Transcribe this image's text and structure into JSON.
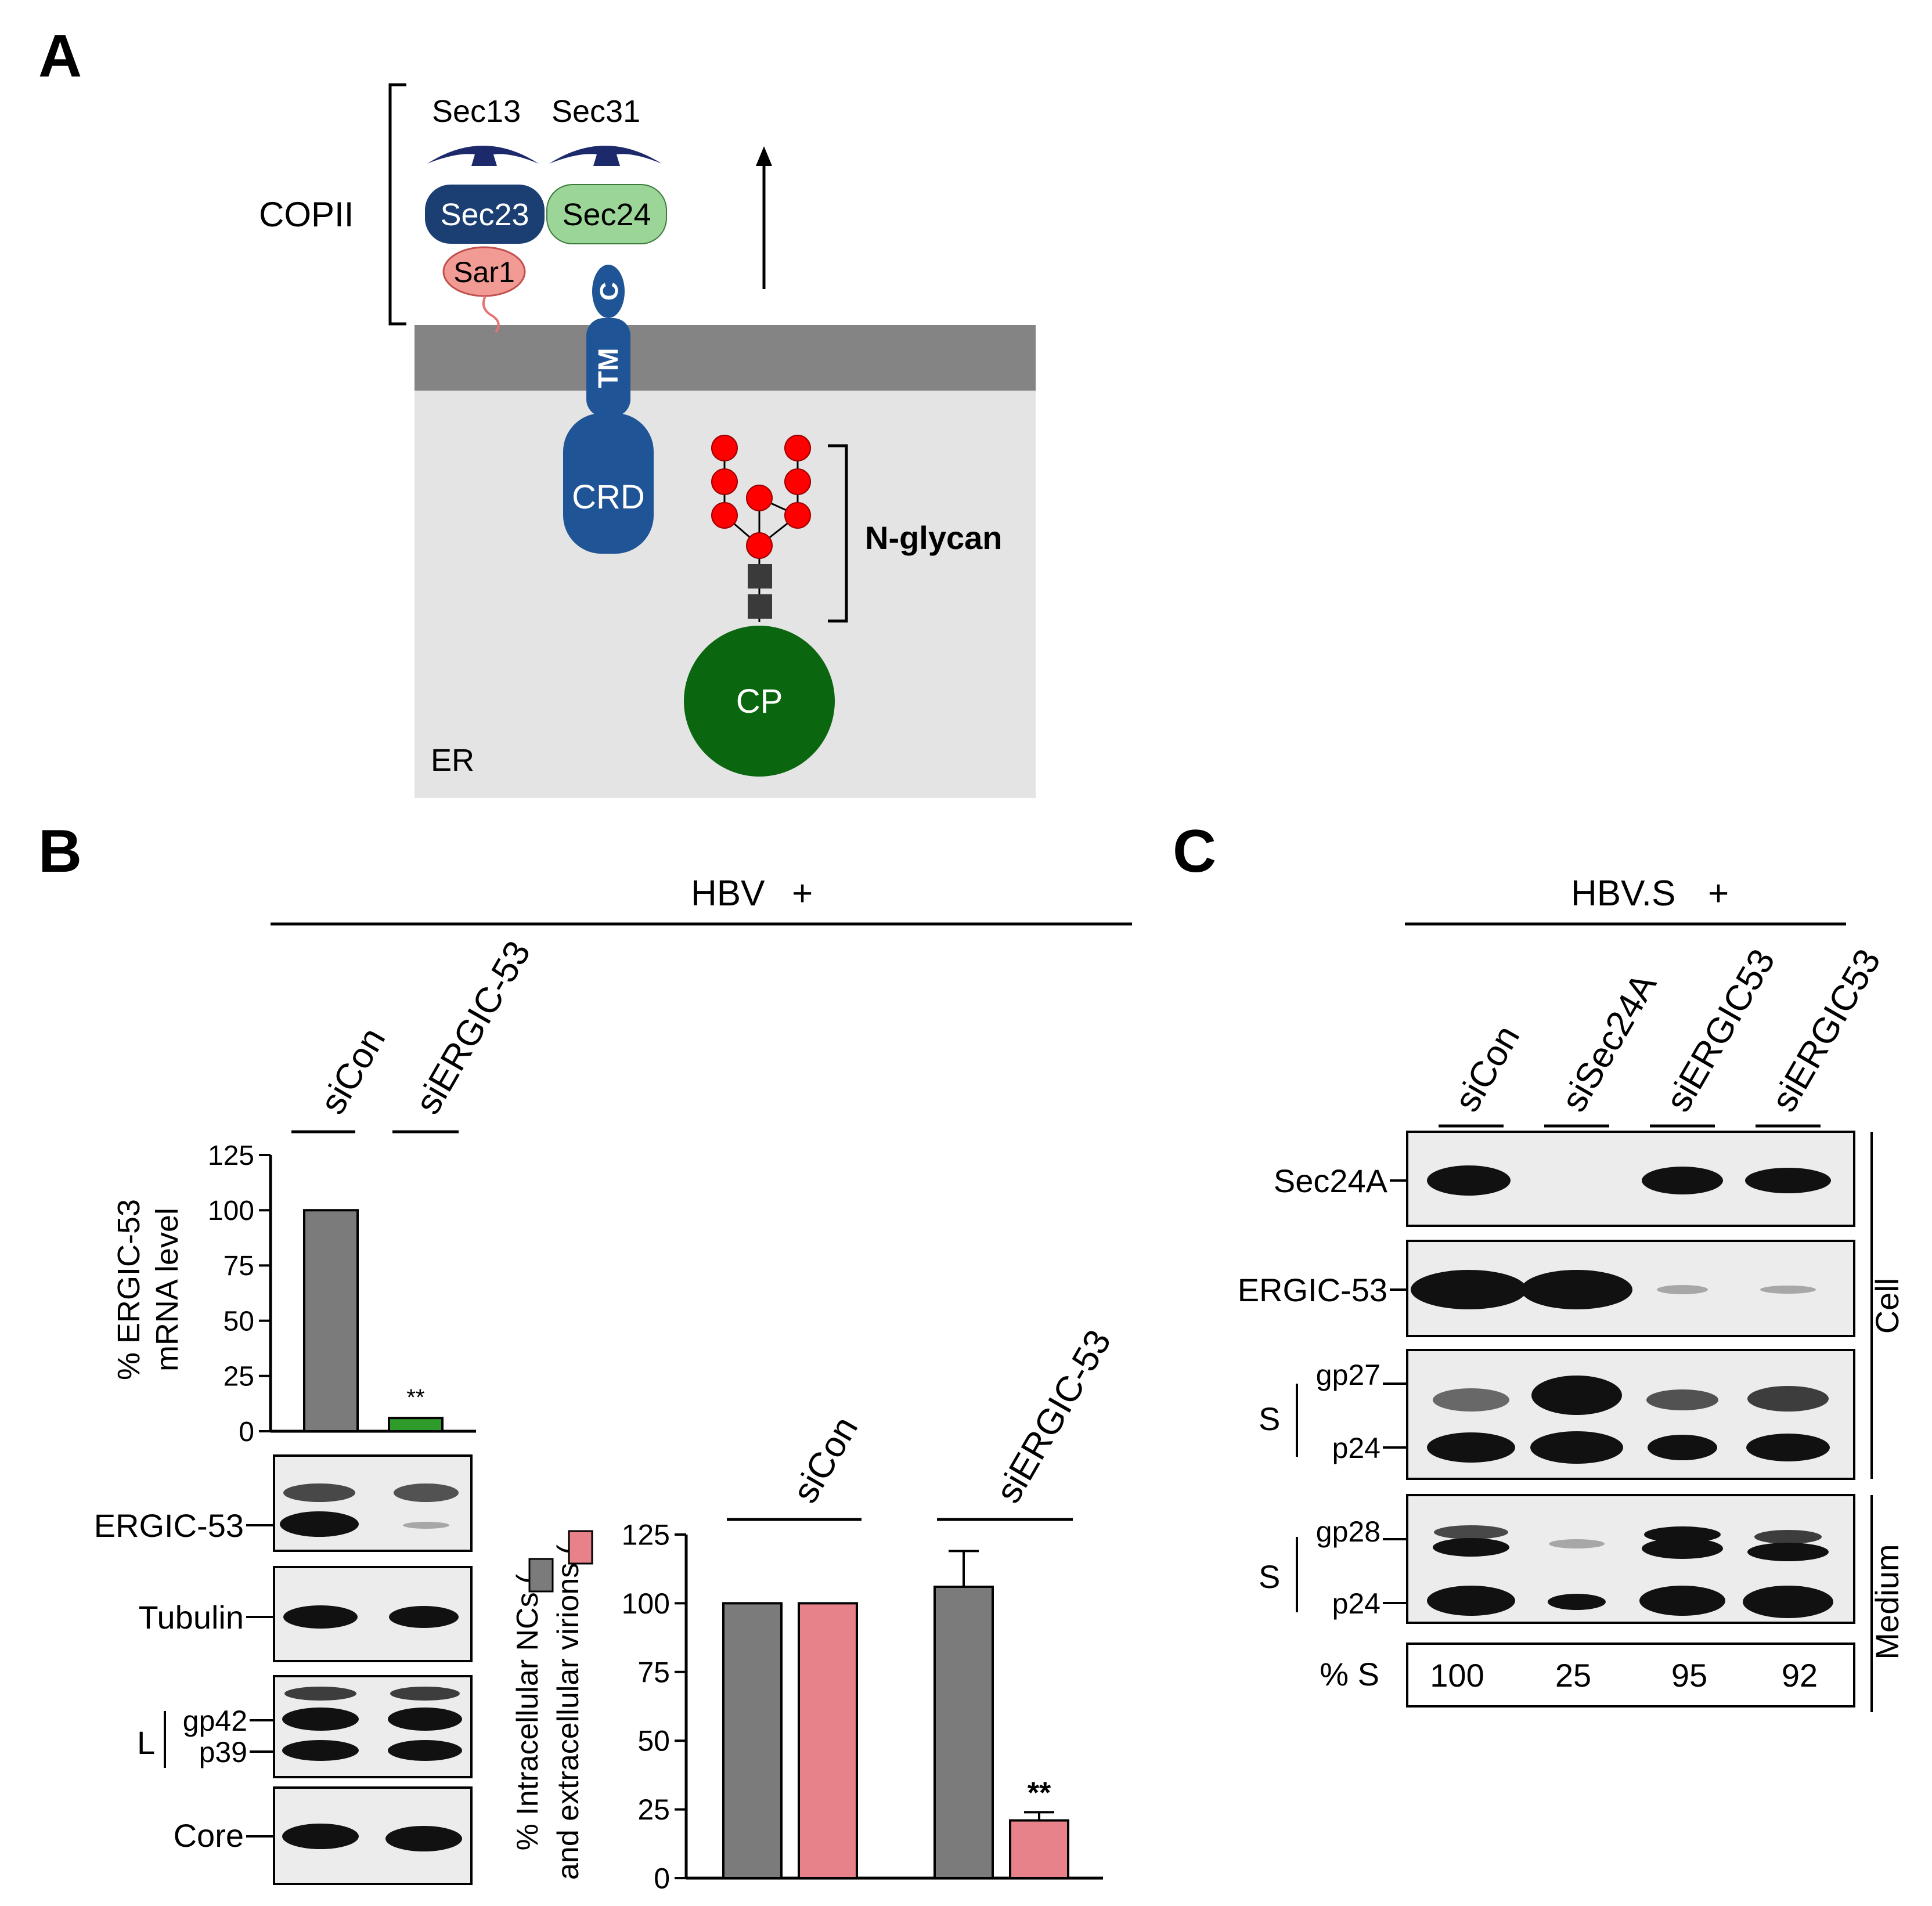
{
  "panel_letters": {
    "a": "A",
    "b": "B",
    "c": "C"
  },
  "panel_a": {
    "copii_label": "COPII",
    "sec13": "Sec13",
    "sec31": "Sec31",
    "sec23": "Sec23",
    "sec24": "Sec24",
    "sar1": "Sar1",
    "c_terminal": "C",
    "tm": "TM",
    "crd": "CRD",
    "nglycan_label": "N-glycan",
    "cp": "CP",
    "er": "ER",
    "colors": {
      "sec_coat": "#1c2a6b",
      "sec23": "#1b3f73",
      "sec24": "#9bd597",
      "sar1": "#f29b95",
      "ergic53": "#1f5596",
      "cp": "#0a660f",
      "glycan_sugar": "#ff0000",
      "membrane": "#848484",
      "er_lumen": "#e4e4e4"
    }
  },
  "panel_b": {
    "condition": "HBV",
    "condition_sign": "+",
    "lanes": [
      "siCon",
      "siERGIC-53"
    ],
    "mrna_chart": {
      "ylabel_line1": "% ERGIC-53",
      "ylabel_line2": "mRNA level",
      "significance": "**"
    },
    "blots": {
      "ergic53": "ERGIC-53",
      "tubulin": "Tubulin",
      "l_group": "L",
      "gp42": "gp42",
      "p39": "p39",
      "core": "Core"
    },
    "virion_chart": {
      "ylabel_line1": "% Intracellular NCs (",
      "ylabel_line2": "and extracellular virions (",
      "significance": "**",
      "lanes": [
        "siCon",
        "siERGIC-53"
      ]
    }
  },
  "panel_c": {
    "condition": "HBV.S",
    "condition_sign": "+",
    "lanes": [
      "siCon",
      "siSec24A",
      "siERGIC53",
      "siERGIC53"
    ],
    "blots": {
      "sec24a": "Sec24A",
      "ergic53": "ERGIC-53",
      "s_label": "S",
      "gp27": "gp27",
      "p24": "p24",
      "gp28": "gp28"
    },
    "cell_label": "Cell",
    "medium_label": "Medium",
    "percent_label": "% S",
    "percent_values": [
      "100",
      "25",
      "95",
      "92"
    ]
  },
  "chart_data": [
    {
      "type": "bar",
      "categories": [
        "siCon",
        "siERGIC-53"
      ],
      "values": [
        100,
        6
      ],
      "ylabel": "% ERGIC-53 mRNA level",
      "ylim": [
        0,
        125
      ],
      "yticks": [
        0,
        25,
        50,
        75,
        100,
        125
      ],
      "colors": [
        "#7b7b7b",
        "#2e9b2a"
      ]
    },
    {
      "type": "bar",
      "categories": [
        "siCon",
        "siERGIC-53"
      ],
      "series": [
        {
          "name": "Intracellular NCs",
          "values": [
            100,
            106
          ],
          "errors": [
            0,
            13
          ],
          "color": "#7b7b7b"
        },
        {
          "name": "extracellular virions",
          "values": [
            100,
            21
          ],
          "errors": [
            0,
            3
          ],
          "color": "#e8828a"
        }
      ],
      "ylabel": "% Intracellular NCs and extracellular virions",
      "ylim": [
        0,
        125
      ],
      "yticks": [
        0,
        25,
        50,
        75,
        100,
        125
      ]
    }
  ]
}
